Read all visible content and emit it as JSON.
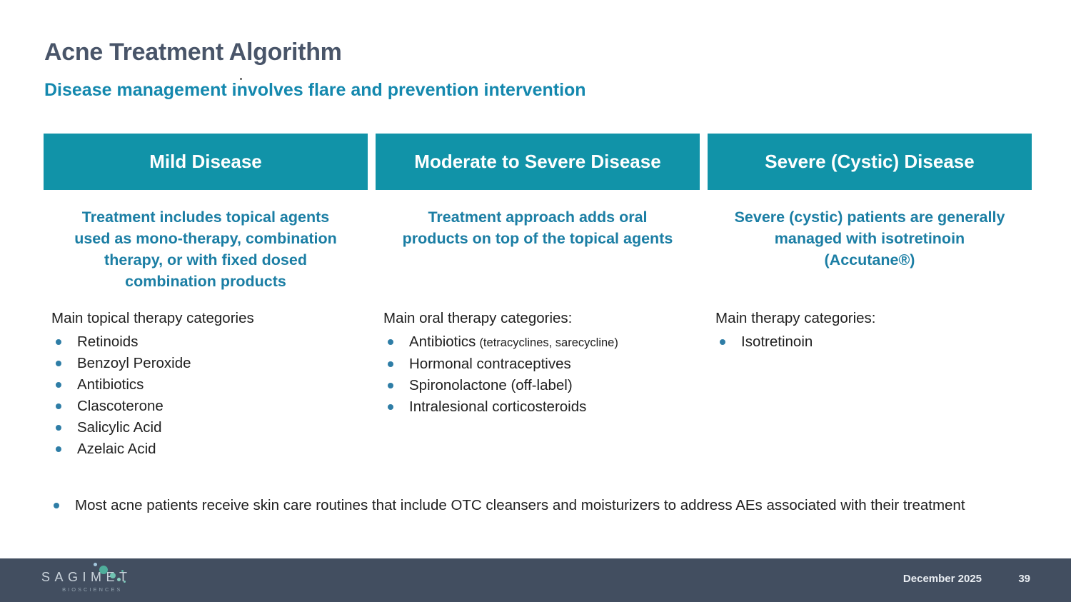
{
  "slide": {
    "title": "Acne Treatment Algorithm",
    "subtitle": "Disease management involves flare and prevention intervention",
    "columns": [
      {
        "header": "Mild Disease",
        "desc_lines": [
          "Treatment includes topical agents",
          "used as mono-therapy, combination",
          "therapy, or with fixed dosed",
          "combination products"
        ],
        "list_title": "Main topical therapy categories",
        "items": [
          {
            "text": "Retinoids"
          },
          {
            "text": "Benzoyl Peroxide"
          },
          {
            "text": "Antibiotics"
          },
          {
            "text": "Clascoterone"
          },
          {
            "text": "Salicylic Acid"
          },
          {
            "text": "Azelaic Acid"
          }
        ]
      },
      {
        "header": "Moderate to Severe  Disease",
        "desc_lines": [
          "Treatment approach adds oral",
          "products on top of the topical agents"
        ],
        "list_title": "Main oral therapy categories:",
        "items": [
          {
            "text": "Antibiotics",
            "note": "(tetracyclines, sarecycline)"
          },
          {
            "text": "Hormonal contraceptives"
          },
          {
            "text": "Spironolactone (off-label)"
          },
          {
            "text": "Intralesional corticosteroids"
          }
        ]
      },
      {
        "header": "Severe (Cystic) Disease",
        "desc_lines": [
          "Severe (cystic) patients are generally",
          "managed with isotretinoin",
          "(Accutane®)"
        ],
        "list_title": "Main therapy categories:",
        "items": [
          {
            "text": "Isotretinoin"
          }
        ]
      }
    ],
    "footnote": "Most acne patients receive skin care routines that include OTC cleansers and moisturizers to address AEs associated with their treatment",
    "footer": {
      "logo_text": "SAGIMET",
      "logo_subtext": "BIOSCIENCES",
      "date": "December 2025",
      "page_number": "39"
    },
    "icons": {
      "bullet_icon": "•",
      "logo_dots_icon": "teal-circle-cluster"
    },
    "colors": {
      "header_box_teal": "#1193A8",
      "description_teal": "#1B7EA4",
      "subtitle_teal": "#1488AE",
      "title_slate": "#495569",
      "body_text": "#202020",
      "bullet_teal": "#2E7DA6",
      "footer_bg": "#424E60",
      "footer_text": "#E9EDF2",
      "logo_dot_green": "#4FAE9B"
    }
  }
}
